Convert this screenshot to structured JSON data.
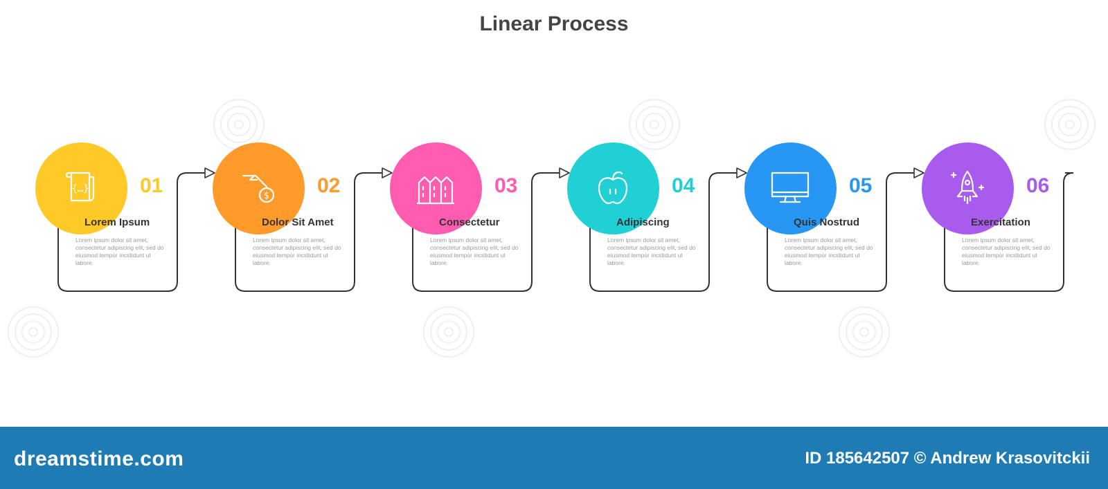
{
  "title": "Linear Process",
  "steps": [
    {
      "number": "01",
      "label": "Lorem Ipsum",
      "description": "Lorem ipsum dolor sit amet, consectetur adipiscing elit, sed do eiusmod tempor incididunt ut labore.",
      "color": "#FFC928",
      "icon": "scroll-icon"
    },
    {
      "number": "02",
      "label": "Dolor Sit Amet",
      "description": "Lorem ipsum dolor sit amet, consectetur adipiscing elit, sed do eiusmod tempor incididunt ut labore.",
      "color": "#FF9A2B",
      "icon": "hand-coin-icon"
    },
    {
      "number": "03",
      "label": "Consectetur",
      "description": "Lorem ipsum dolor sit amet, consectetur adipiscing elit, sed do eiusmod tempor incididunt ut labore.",
      "color": "#FF5BB0",
      "icon": "buildings-icon"
    },
    {
      "number": "04",
      "label": "Adipiscing",
      "description": "Lorem ipsum dolor sit amet, consectetur adipiscing elit, sed do eiusmod tempor incididunt ut labore.",
      "color": "#20D0D4",
      "icon": "apple-icon"
    },
    {
      "number": "05",
      "label": "Quis Nostrud",
      "description": "Lorem ipsum dolor sit amet, consectetur adipiscing elit, sed do eiusmod tempor incididunt ut labore.",
      "color": "#2897F4",
      "icon": "monitor-icon"
    },
    {
      "number": "06",
      "label": "Exercitation",
      "description": "Lorem ipsum dolor sit amet, consectetur adipiscing elit, sed do eiusmod tempor incididunt ut labore.",
      "color": "#A95BEE",
      "icon": "rocket-icon"
    }
  ],
  "footer": {
    "brand": "dreamstime.com",
    "credit": "ID 185642507 © Andrew Krasovitckii",
    "color": "#1F7BB4"
  }
}
